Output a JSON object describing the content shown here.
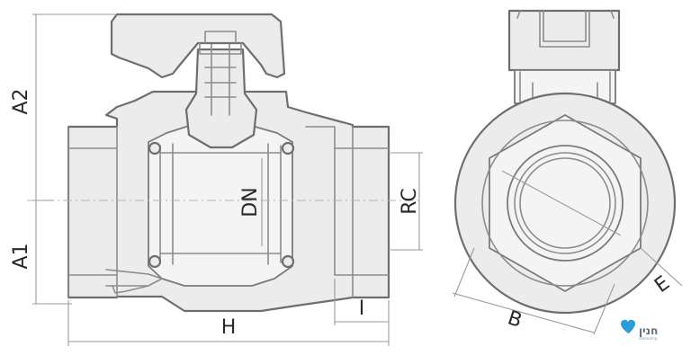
{
  "labels": {
    "a2": "A2",
    "a1": "A1",
    "dn": "DN",
    "rc": "RC",
    "h": "H",
    "i": "I",
    "b": "B",
    "e": "E"
  },
  "logo": {
    "text": "חנין",
    "tagline": "marketing",
    "color": "#2b9ed8"
  }
}
